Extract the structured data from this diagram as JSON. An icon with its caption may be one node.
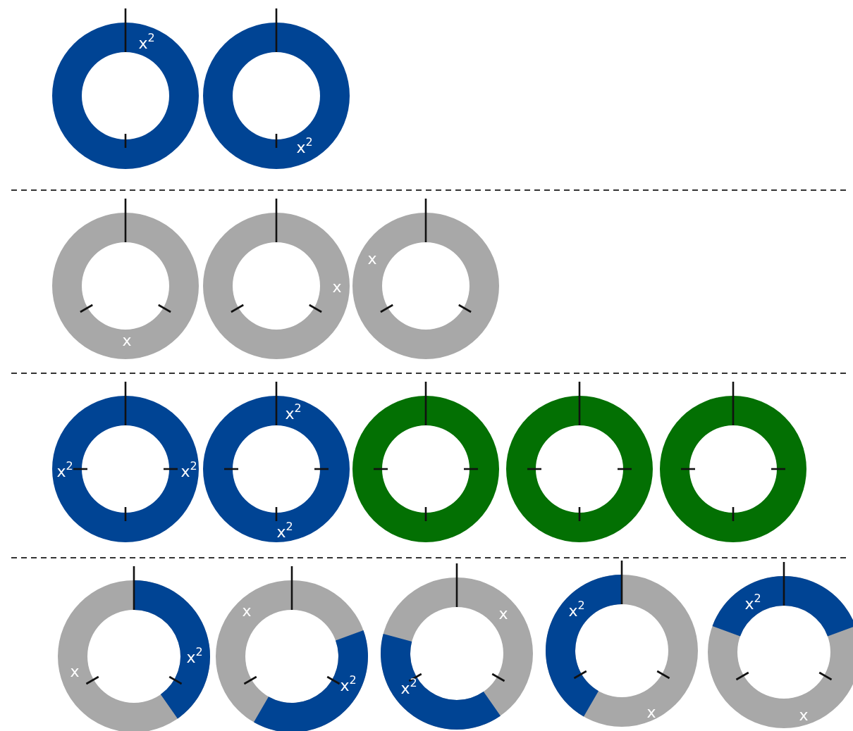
{
  "diagram": {
    "labels": [
      "x$^{2}$",
      "x$^{2}$",
      "x",
      "x",
      "x",
      "x$^{2}$",
      "x$^{2}$",
      "x$^{2}$",
      "x$^{2}$",
      "x$^{2}$",
      "x",
      "x",
      "x$^{2}$",
      "x",
      "x$^{2}$",
      "x$^{2}$",
      "x",
      "x$^{2}$",
      "x"
    ]
  }
}
